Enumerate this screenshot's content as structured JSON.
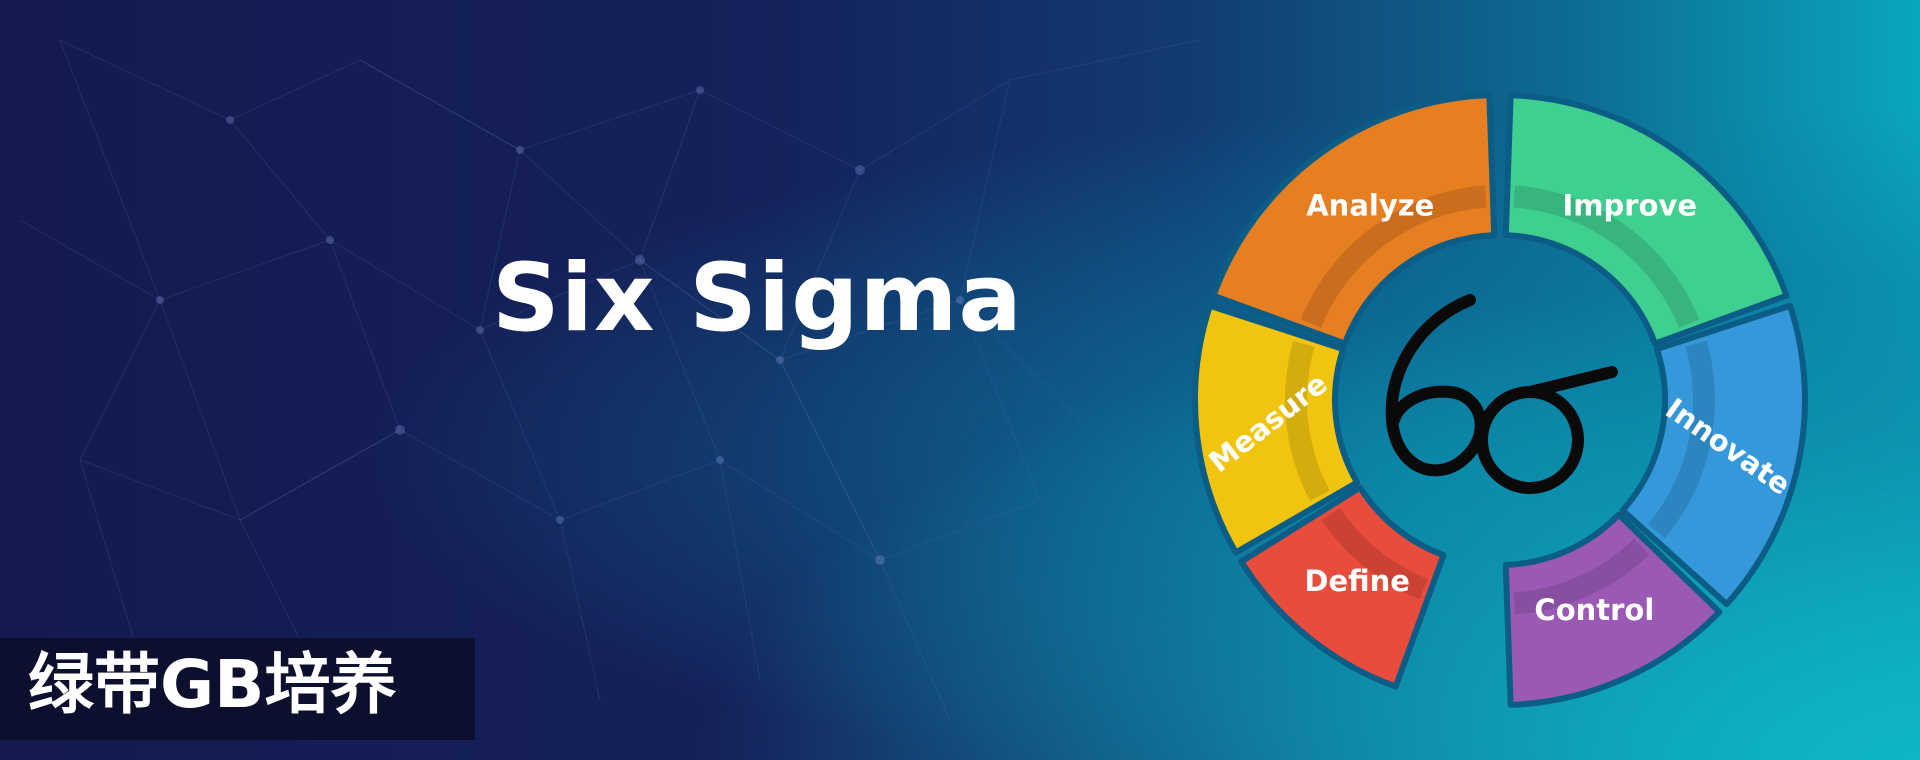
{
  "banner": {
    "headline": "Six Sigma",
    "badge_text": "绿带GB培养"
  },
  "wheel": {
    "center_symbol": "6σ",
    "segments": [
      {
        "label": "Define",
        "color": "#e74c3c"
      },
      {
        "label": "Measure",
        "color": "#f1c40f"
      },
      {
        "label": "Analyze",
        "color": "#e67e22"
      },
      {
        "label": "Improve",
        "color": "#3fcf8e"
      },
      {
        "label": "Innovate",
        "color": "#3498db"
      },
      {
        "label": "Control",
        "color": "#9b59b6"
      }
    ]
  },
  "colors": {
    "background_left": "#141a4f",
    "background_right": "#0aa6bf",
    "badge_background": "#0d0f2e",
    "text": "#ffffff"
  }
}
